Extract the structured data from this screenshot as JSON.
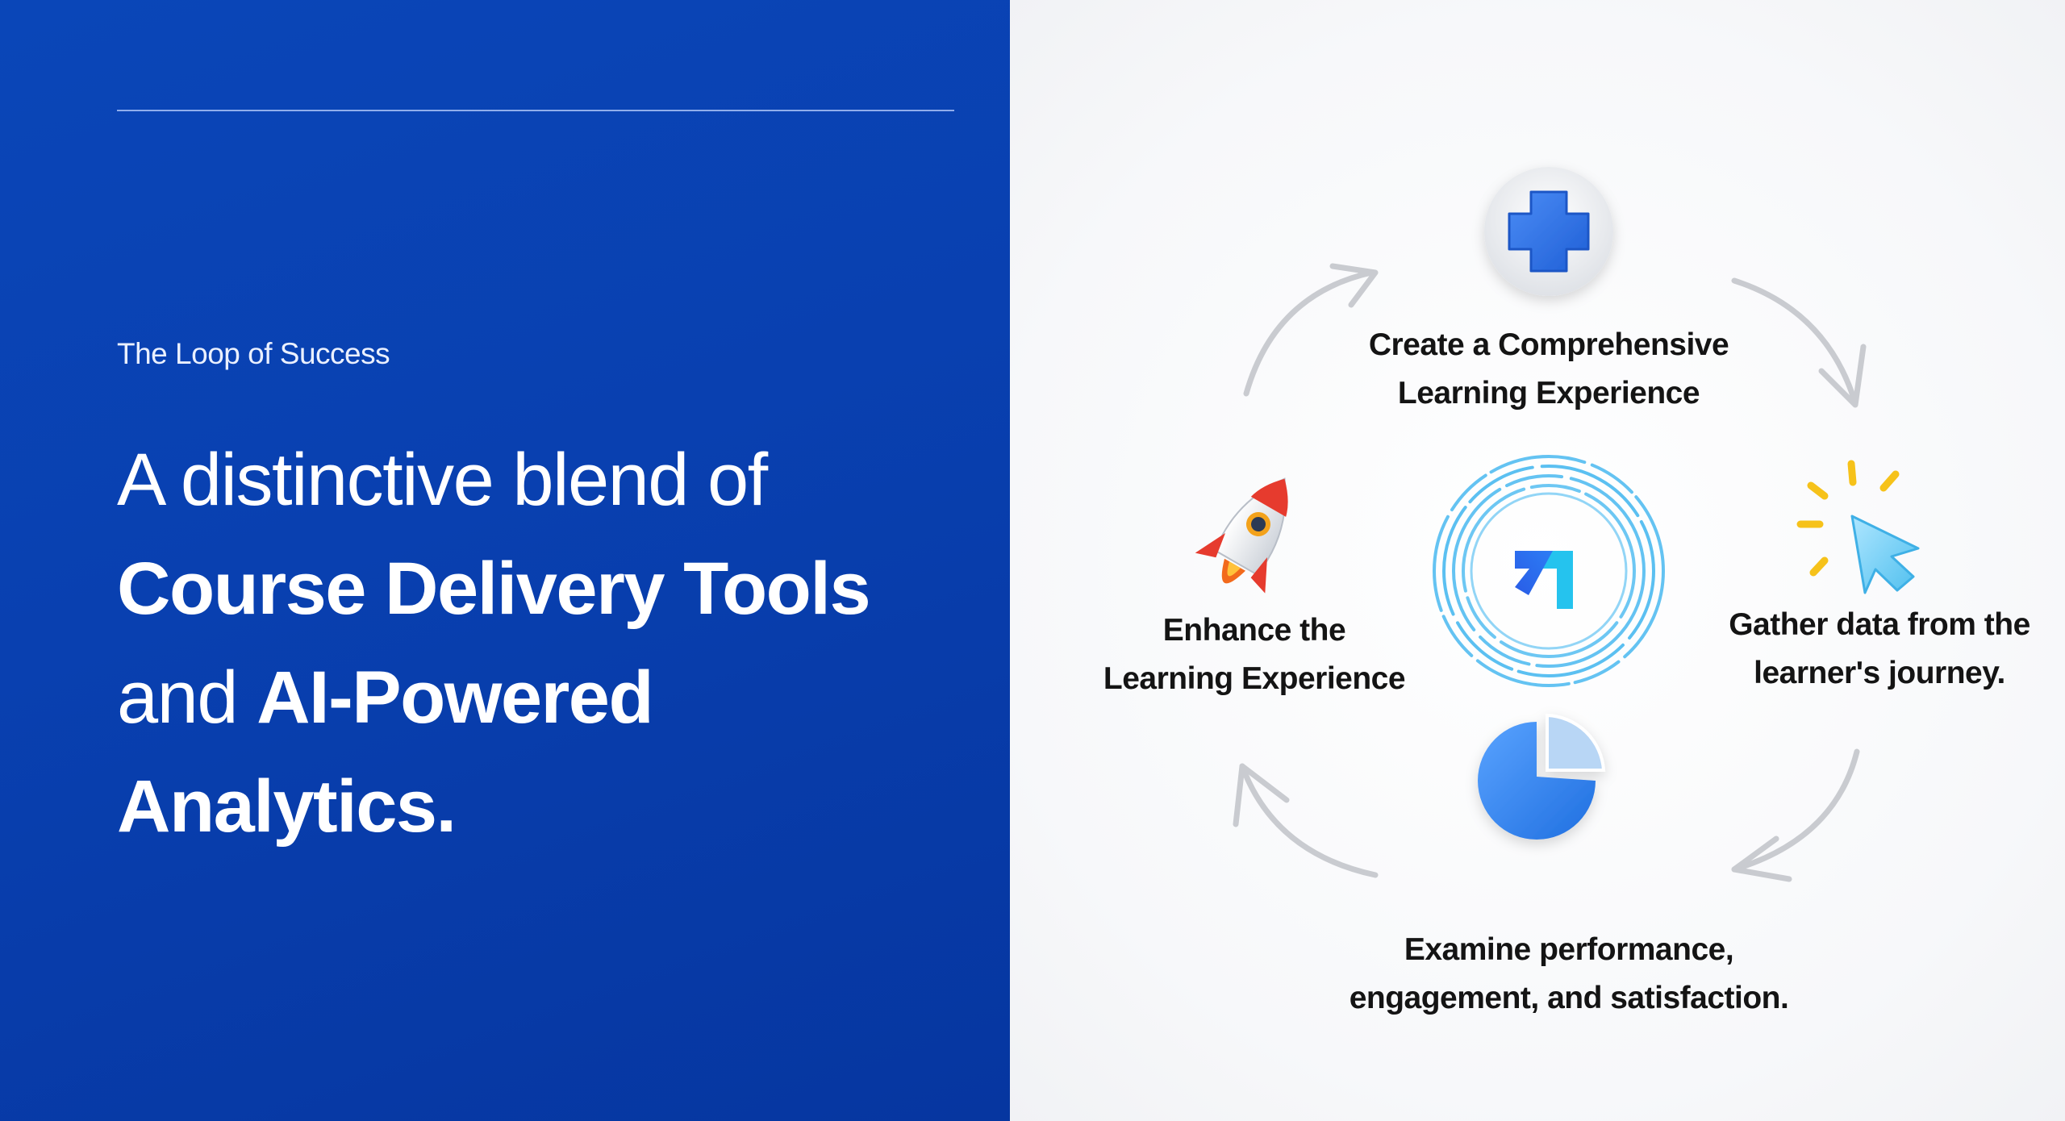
{
  "left": {
    "eyebrow": "The Loop of Success",
    "headline": {
      "line1": "A distinctive blend of",
      "line2": "Course Delivery Tools",
      "line3_light": "and ",
      "line3_bold": "AI-Powered",
      "line4": "Analytics."
    }
  },
  "cycle": {
    "nodes": [
      {
        "icon": "plus-icon",
        "line1": "Create a Comprehensive",
        "line2": "Learning Experience"
      },
      {
        "icon": "cursor-click-icon",
        "line1": "Gather data from the",
        "line2": "learner's journey."
      },
      {
        "icon": "pie-chart-icon",
        "line1": "Examine performance,",
        "line2": "engagement, and satisfaction."
      },
      {
        "icon": "rocket-icon",
        "line1": "Enhance the",
        "line2": "Learning Experience"
      }
    ],
    "center_icon": "arrow-up-right-logo-icon"
  },
  "colors": {
    "panel_blue": "#0940b0",
    "icon_blue": "#2f6fe0",
    "ring_cyan": "#49b9f0",
    "arrow_gray": "#c9cbd0"
  }
}
